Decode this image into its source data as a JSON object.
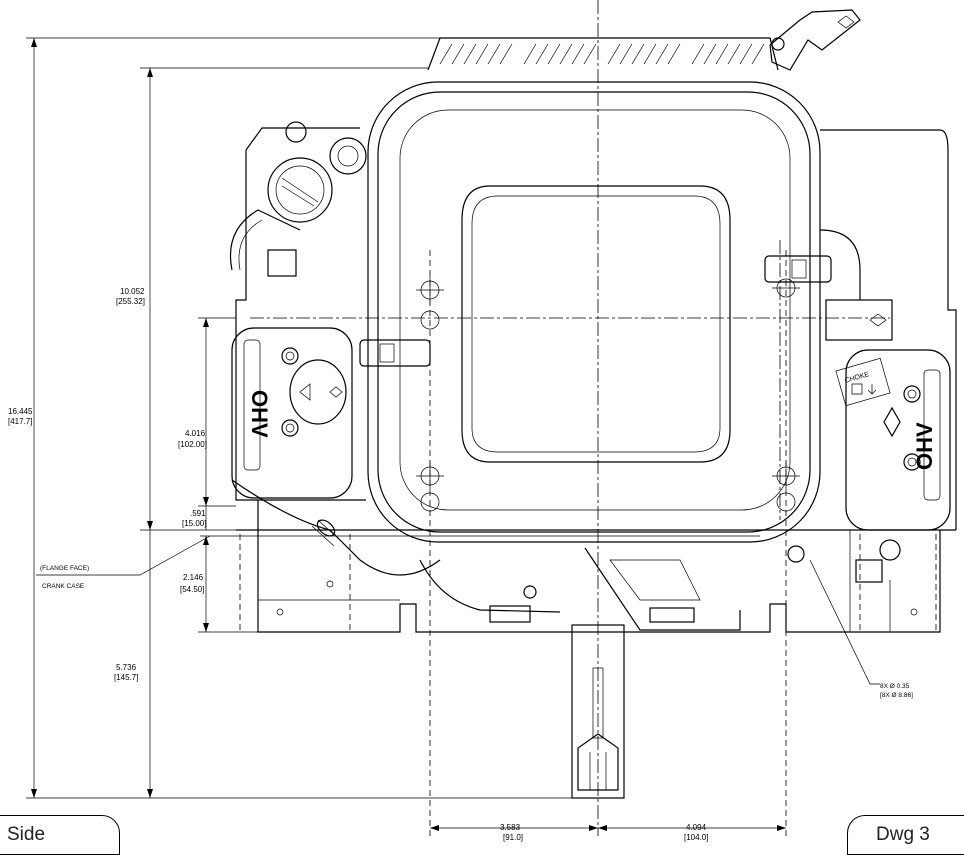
{
  "dimensions": {
    "overall_height": {
      "inch": "16.445",
      "mm": "[417.7]"
    },
    "top_height": {
      "inch": "10.052",
      "mm": "[255.32]"
    },
    "cover_height": {
      "inch": "4.016",
      "mm": "[102.00]"
    },
    "flange_offset": {
      "inch": ".591",
      "mm": "[15.00]"
    },
    "crank_height": {
      "inch": "2.146",
      "mm": "[54.50]"
    },
    "shaft_length": {
      "inch": "5.736",
      "mm": "[145.7]"
    },
    "left_width": {
      "inch": "3.583",
      "mm": "[91.0]"
    },
    "right_width": {
      "inch": "4.094",
      "mm": "[104.0]"
    }
  },
  "annotations": {
    "flange_face": "(FLANGE FACE)",
    "crank_case": "CRANK CASE",
    "holes_inch": "8X Ø 0.35",
    "holes_mm": "[8X Ø 8.86]",
    "choke": "CHOKE",
    "ohv": "OHV"
  },
  "tabs": {
    "left": "Side",
    "right": "Dwg 3"
  }
}
